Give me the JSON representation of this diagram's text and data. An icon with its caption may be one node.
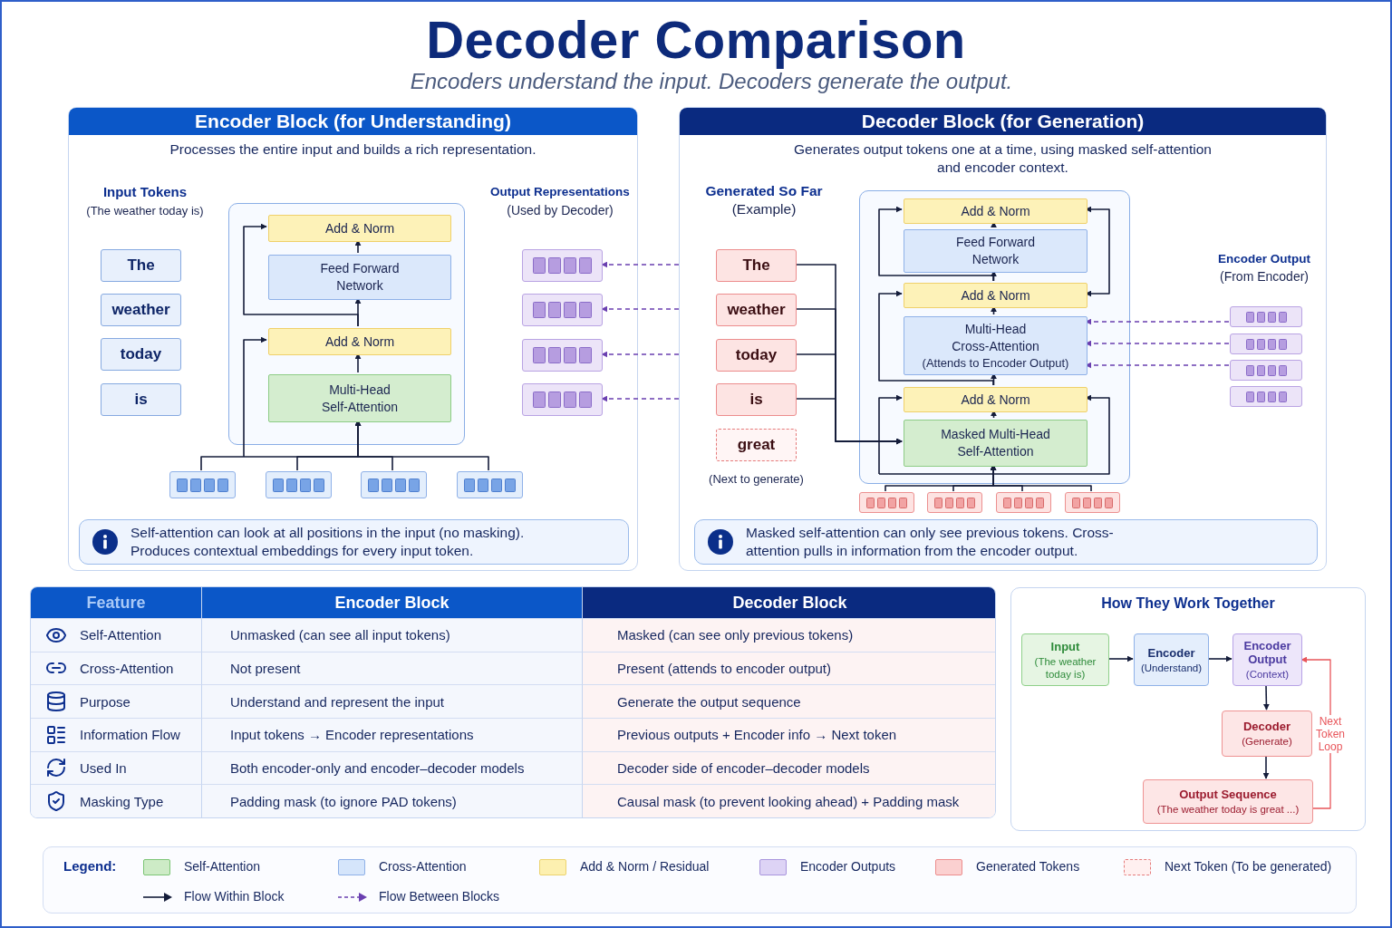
{
  "diagram": {
    "title": "Decoder Comparison",
    "nodes": [
      {
        "text": [
          "Encoder Block (for Understanding)",
          "Processes the entire input and builds a rich representation."
        ]
      },
      {
        "text": [
          "The"
        ],
        "in": 0
      },
      {
        "text": [
          "weather"
        ],
        "in": 0
      },
      {
        "text": [
          "today"
        ],
        "in": 0
      },
      {
        "text": [
          "is"
        ],
        "in": 0
      },
      {
        "text": [],
        "shape": "box",
        "in": 0
      },
      {
        "text": [
          "Add & Norm"
        ],
        "in": 5
      },
      {
        "text": [
          "Feed Forward Network"
        ],
        "in": 5
      },
      {
        "text": [
          "Add & Norm"
        ],
        "in": 5
      },
      {
        "text": [
          "Multi-Head Self-Attention"
        ],
        "in": 5
      },
      {
        "text": [],
        "shape": "box",
        "in": 0
      },
      {
        "text": [],
        "shape": "box",
        "in": 0
      },
      {
        "text": [],
        "shape": "box",
        "in": 0
      },
      {
        "text": [],
        "shape": "box",
        "in": 0
      },
      {
        "text": [],
        "shape": "box",
        "in": 0
      },
      {
        "text": [],
        "shape": "box",
        "in": 0
      },
      {
        "text": [],
        "shape": "box",
        "in": 0
      },
      {
        "text": [],
        "shape": "box",
        "in": 0
      },
      {
        "text": [
          "Self-attention can look at all positions in the input (no masking). Produces contextual embeddings for every input token."
        ],
        "in": 0
      },
      {
        "text": [
          "Decoder Block (for Generation)",
          "Generates output tokens one at a time, using masked self-attention and encoder context."
        ]
      },
      {
        "text": [
          "The"
        ],
        "in": 19
      },
      {
        "text": [
          "weather"
        ],
        "in": 19
      },
      {
        "text": [
          "today"
        ],
        "in": 19
      },
      {
        "text": [
          "is"
        ],
        "in": 19
      },
      {
        "text": [
          "great"
        ],
        "in": 19,
        "beside": [
          "(Next to generate)"
        ]
      },
      {
        "text": [],
        "shape": "box",
        "in": 19
      },
      {
        "text": [
          "Add & Norm"
        ],
        "in": 25
      },
      {
        "text": [
          "Feed Forward Network"
        ],
        "in": 25
      },
      {
        "text": [
          "Add & Norm"
        ],
        "in": 25
      },
      {
        "text": [
          "Multi-Head Cross-Attention",
          "(Attends to Encoder Output)"
        ],
        "in": 25
      },
      {
        "text": [
          "Add & Norm"
        ],
        "in": 25
      },
      {
        "text": [
          "Masked Multi-Head Self-Attention"
        ],
        "in": 25
      },
      {
        "text": [],
        "shape": "box",
        "in": 19
      },
      {
        "text": [],
        "shape": "box",
        "in": 19
      },
      {
        "text": [],
        "shape": "box",
        "in": 19
      },
      {
        "text": [],
        "shape": "box",
        "in": 19
      },
      {
        "text": [],
        "shape": "box",
        "in": 19
      },
      {
        "text": [],
        "shape": "box",
        "in": 19
      },
      {
        "text": [],
        "shape": "box",
        "in": 19
      },
      {
        "text": [],
        "shape": "box",
        "in": 19
      },
      {
        "text": [
          "Masked self-attention can only see previous tokens. Cross-attention pulls in information from the encoder output."
        ],
        "in": 19
      },
      {
        "text": [
          "How They Work Together"
        ]
      },
      {
        "text": [
          "Input",
          "(The weather today is)"
        ],
        "in": 41
      },
      {
        "text": [
          "Encoder",
          "(Understand)"
        ],
        "in": 41
      },
      {
        "text": [
          "Encoder Output",
          "(Context)"
        ],
        "in": 41
      },
      {
        "text": [
          "Decoder",
          "(Generate)"
        ],
        "in": 41
      },
      {
        "text": [
          "Output Sequence",
          "(The weather today is great ...)"
        ],
        "in": 41
      }
    ],
    "edges": [
      {
        "from": 9,
        "to": 8,
        "arrow": "to"
      },
      {
        "from": 8,
        "to": 7,
        "arrow": "to"
      },
      {
        "from": 7,
        "to": 6,
        "arrow": "to"
      },
      {
        "from": null,
        "to": 8,
        "arrow": "to"
      },
      {
        "from": 8,
        "to": 6,
        "arrow": "to"
      },
      {
        "from": 10,
        "to": 9,
        "arrow": "to"
      },
      {
        "from": 11,
        "to": 9,
        "arrow": "to"
      },
      {
        "from": 12,
        "to": 9,
        "arrow": "to"
      },
      {
        "from": 13,
        "to": 9,
        "arrow": "to"
      },
      {
        "from": 19,
        "to": 14,
        "arrow": "to",
        "style": "dashed",
        "color": "#6a3fb0"
      },
      {
        "from": 19,
        "to": 15,
        "arrow": "to",
        "style": "dashed",
        "color": "#6a3fb0"
      },
      {
        "from": 19,
        "to": 16,
        "arrow": "to",
        "style": "dashed",
        "color": "#6a3fb0"
      },
      {
        "from": 19,
        "to": 17,
        "arrow": "to",
        "style": "dashed",
        "color": "#6a3fb0"
      },
      {
        "from": 20,
        "to": 31,
        "arrow": "to"
      },
      {
        "from": 21,
        "to": 31,
        "arrow": "to"
      },
      {
        "from": 22,
        "to": 31,
        "arrow": "to"
      },
      {
        "from": 23,
        "to": 31,
        "arrow": "to"
      },
      {
        "from": 31,
        "to": 30,
        "arrow": "to"
      },
      {
        "from": 30,
        "to": 29,
        "arrow": "to"
      },
      {
        "from": 29,
        "to": 28,
        "arrow": "to"
      },
      {
        "from": 28,
        "to": 27,
        "arrow": "to"
      },
      {
        "from": 27,
        "to": 26,
        "arrow": "to"
      },
      {
        "from": null,
        "to": 30,
        "arrow": "to"
      },
      {
        "from": 30,
        "to": 28,
        "arrow": "to"
      },
      {
        "from": 28,
        "to": 26,
        "arrow": "to"
      },
      {
        "from": 28,
        "to": 26,
        "arrow": "both"
      },
      {
        "from": null,
        "to": 30,
        "arrow": "to"
      },
      {
        "from": 36,
        "to": 29,
        "arrow": "to",
        "style": "dashed",
        "color": "#6a3fb0"
      },
      {
        "from": 37,
        "to": 29,
        "arrow": "to",
        "style": "dashed",
        "color": "#6a3fb0"
      },
      {
        "from": 38,
        "to": 29,
        "arrow": "to",
        "style": "dashed",
        "color": "#6a3fb0"
      },
      {
        "from": 32,
        "to": 31,
        "arrow": "to"
      },
      {
        "from": 33,
        "to": 31,
        "arrow": "to"
      },
      {
        "from": 34,
        "to": 31,
        "arrow": "to"
      },
      {
        "from": 35,
        "to": 31,
        "arrow": "to"
      },
      {
        "from": 42,
        "to": 43,
        "arrow": "to"
      },
      {
        "from": 43,
        "to": 44,
        "arrow": "to"
      },
      {
        "from": 44,
        "to": 45,
        "arrow": "to"
      },
      {
        "from": 45,
        "to": 46,
        "arrow": "to"
      },
      {
        "from": 46,
        "to": 44,
        "arrow": "to",
        "label": "Next Token Loop",
        "color": "#e8555a"
      }
    ],
    "labels": [
      "Encoders understand the input. Decoders generate the output.",
      "Input Tokens",
      "(The weather today is)",
      "Output Representations",
      "(Used by Decoder)",
      "Generated So Far",
      "(Example)",
      "Encoder Output",
      "(From Encoder)",
      "Feature",
      "Encoder Block",
      "Decoder Block",
      "Self-Attention",
      "Unmasked (can see all input tokens)",
      "Masked (can see only previous tokens)",
      "Cross-Attention",
      "Not present",
      "Present (attends to encoder output)",
      "Purpose",
      "Understand and represent the input",
      "Generate the output sequence",
      "Information Flow",
      "Input tokens → Encoder representations",
      "Previous outputs + Encoder info → Next token",
      "Used In",
      "Both encoder-only and encoder–decoder models",
      "Decoder side of encoder–decoder models",
      "Masking Type",
      "Padding mask (to ignore PAD tokens)",
      "Causal mask (to prevent looking ahead) + Padding mask",
      "Legend:"
    ],
    "legend": [
      {
        "text": "Self-Attention",
        "color": "#cdebc6"
      },
      {
        "text": "Cross-Attention",
        "color": "#d5e5fb"
      },
      {
        "text": "Add & Norm / Residual",
        "color": "#fdf0b0"
      },
      {
        "text": "Encoder Outputs",
        "color": "#ddd3f5"
      },
      {
        "text": "Generated Tokens",
        "color": "#fbd0d0"
      },
      {
        "text": "Next Token (To be generated)"
      },
      {
        "text": "Flow Within Block"
      },
      {
        "text": "Flow Between Blocks"
      }
    ]
  }
}
